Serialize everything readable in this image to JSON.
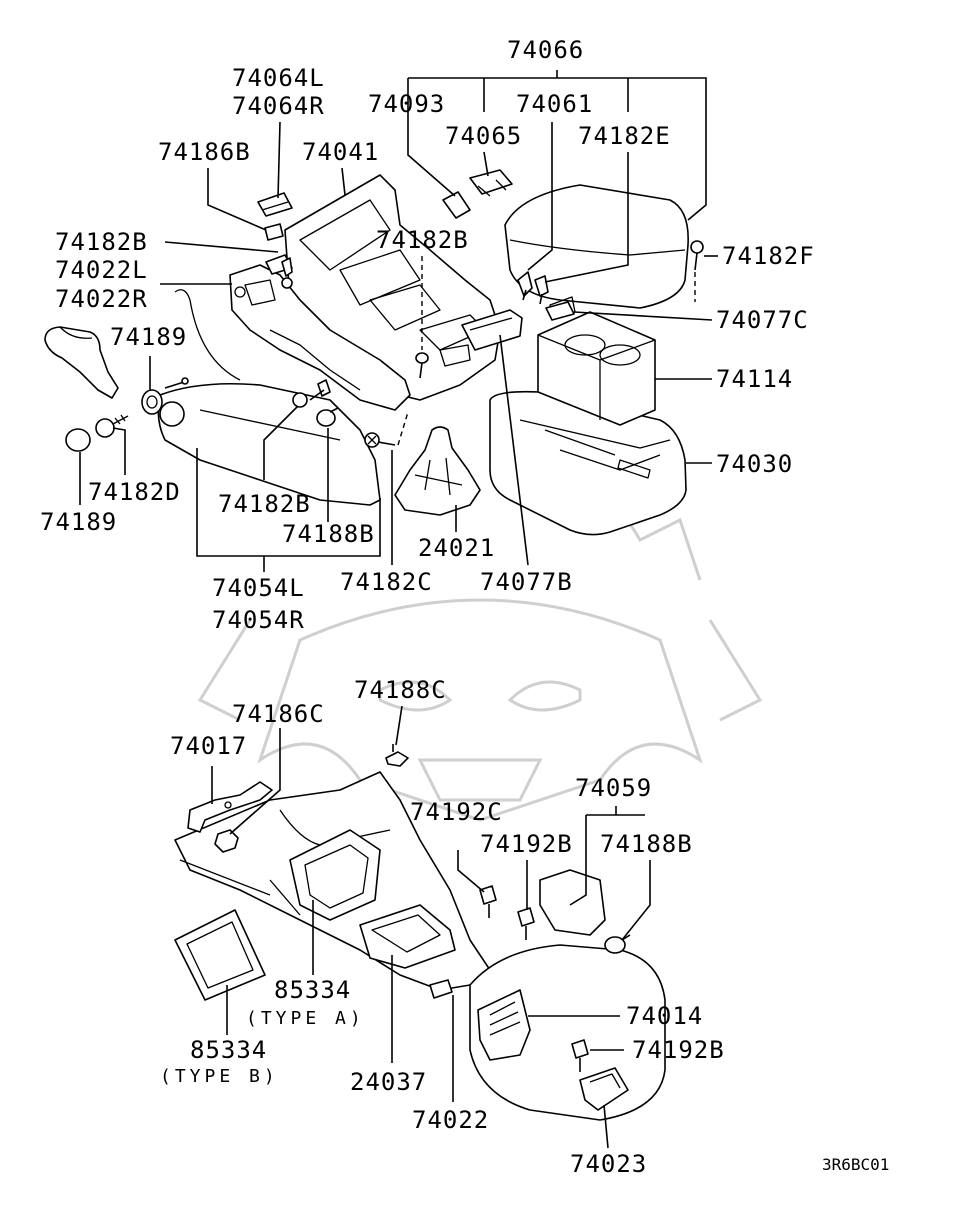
{
  "labels": {
    "l74066": "74066",
    "l74064L": "74064L",
    "l74064R": "74064R",
    "l74093": "74093",
    "l74061": "74061",
    "l74065": "74065",
    "l74182E": "74182E",
    "l74186B": "74186B",
    "l74041": "74041",
    "l74182B_a": "74182B",
    "l74182B_b": "74182B",
    "l74182F": "74182F",
    "l74022L": "74022L",
    "l74022R": "74022R",
    "l74077C": "74077C",
    "l74189_a": "74189",
    "l74114": "74114",
    "l74030": "74030",
    "l74182D": "74182D",
    "l74189_b": "74189",
    "l74182B_c": "74182B",
    "l74188B_a": "74188B",
    "l24021": "24021",
    "l74054L": "74054L",
    "l74054R": "74054R",
    "l74182C": "74182C",
    "l74077B": "74077B",
    "l74188C": "74188C",
    "l74186C": "74186C",
    "l74017": "74017",
    "l74059": "74059",
    "l74192C": "74192C",
    "l74192B_a": "74192B",
    "l74188B_b": "74188B",
    "l85334_a": "85334",
    "lTypeA": "(TYPE A)",
    "l85334_b": "85334",
    "lTypeB": "(TYPE B)",
    "l74014": "74014",
    "l74192B_b": "74192B",
    "l24037": "24037",
    "l74022": "74022",
    "l74023": "74023"
  },
  "diagram_code": "3R6BC01"
}
